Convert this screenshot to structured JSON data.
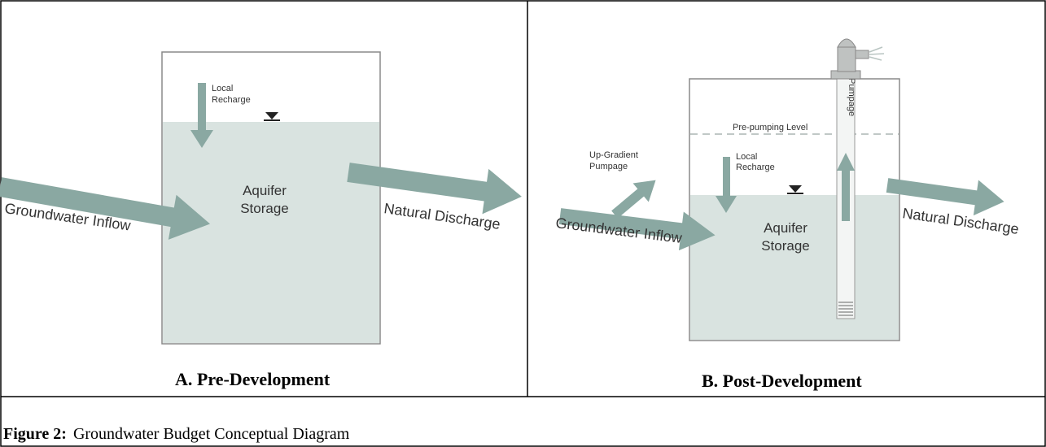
{
  "colors": {
    "water": "#d9e3e0",
    "arrow": "#8aa8a2",
    "border": "#8a8a8a",
    "frame": "#000000",
    "pump_gray": "#bfc2c1",
    "dash": "#c0c8c6"
  },
  "panel_a": {
    "title": "A.  Pre-Development",
    "labels": {
      "local_recharge_1": "Local",
      "local_recharge_2": "Recharge",
      "aquifer_1": "Aquifer",
      "aquifer_2": "Storage",
      "inflow": "Groundwater Inflow",
      "discharge": "Natural Discharge"
    }
  },
  "panel_b": {
    "title": "B.  Post-Development",
    "labels": {
      "pre_pumping": "Pre-pumping Level",
      "pumpage_vertical": "Pumpage",
      "upgradient_1": "Up-Gradient",
      "upgradient_2": "Pumpage",
      "local_recharge_1": "Local",
      "local_recharge_2": "Recharge",
      "aquifer_1": "Aquifer",
      "aquifer_2": "Storage",
      "inflow": "Groundwater Inflow",
      "discharge": "Natural Discharge"
    }
  },
  "caption": {
    "label": "Figure 2:",
    "text": "Groundwater Budget Conceptual Diagram"
  }
}
